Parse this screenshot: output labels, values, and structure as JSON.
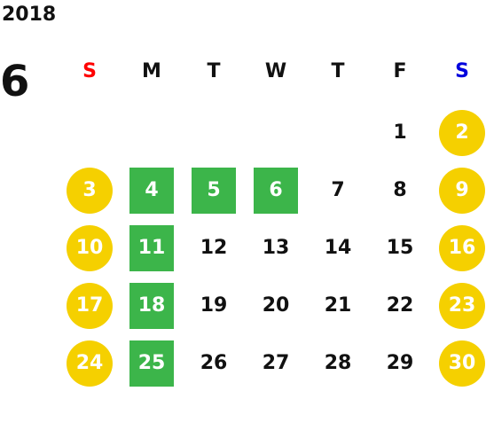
{
  "calendar": {
    "year": "2018",
    "month": "6",
    "weekdays": [
      "S",
      "M",
      "T",
      "W",
      "T",
      "F",
      "S"
    ],
    "weekday_colors": [
      "#ff0000",
      "#111111",
      "#111111",
      "#111111",
      "#111111",
      "#111111",
      "#0000dd"
    ],
    "colors": {
      "weekend_circle": "#f5d000",
      "marked_square": "#3cb54a",
      "text_dark": "#111111",
      "text_light": "#ffffff"
    },
    "weeks": [
      [
        {
          "day": ""
        },
        {
          "day": ""
        },
        {
          "day": ""
        },
        {
          "day": ""
        },
        {
          "day": ""
        },
        {
          "day": "1"
        },
        {
          "day": "2",
          "style": "weekend"
        }
      ],
      [
        {
          "day": "3",
          "style": "weekend"
        },
        {
          "day": "4",
          "style": "marked"
        },
        {
          "day": "5",
          "style": "marked"
        },
        {
          "day": "6",
          "style": "marked"
        },
        {
          "day": "7"
        },
        {
          "day": "8"
        },
        {
          "day": "9",
          "style": "weekend"
        }
      ],
      [
        {
          "day": "10",
          "style": "weekend"
        },
        {
          "day": "11",
          "style": "marked"
        },
        {
          "day": "12"
        },
        {
          "day": "13"
        },
        {
          "day": "14"
        },
        {
          "day": "15"
        },
        {
          "day": "16",
          "style": "weekend"
        }
      ],
      [
        {
          "day": "17",
          "style": "weekend"
        },
        {
          "day": "18",
          "style": "marked"
        },
        {
          "day": "19"
        },
        {
          "day": "20"
        },
        {
          "day": "21"
        },
        {
          "day": "22"
        },
        {
          "day": "23",
          "style": "weekend"
        }
      ],
      [
        {
          "day": "24",
          "style": "weekend"
        },
        {
          "day": "25",
          "style": "marked"
        },
        {
          "day": "26"
        },
        {
          "day": "27"
        },
        {
          "day": "28"
        },
        {
          "day": "29"
        },
        {
          "day": "30",
          "style": "weekend"
        }
      ]
    ]
  }
}
